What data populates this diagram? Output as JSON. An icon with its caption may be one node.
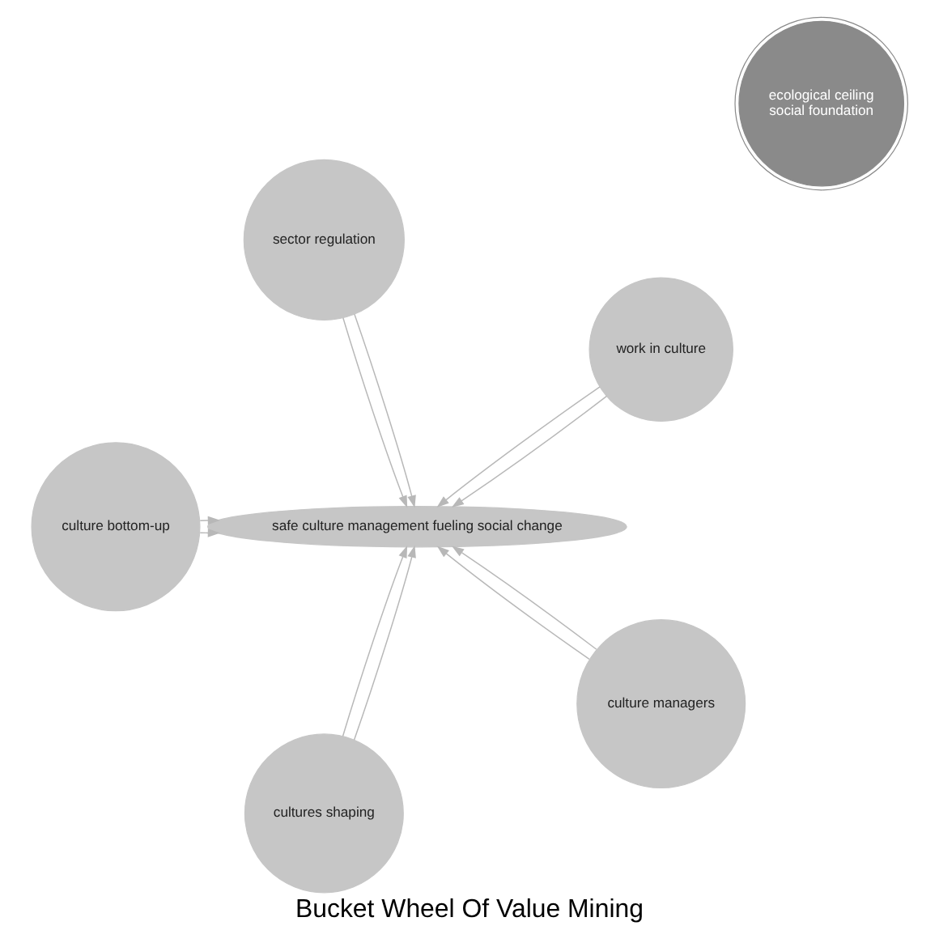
{
  "diagram": {
    "title": "Bucket Wheel Of Value Mining",
    "nodes": [
      {
        "text": [
          "ecological ceiling",
          "social foundation"
        ]
      },
      {
        "text": [
          "safe culture management fueling social change"
        ]
      },
      {
        "text": [
          "work in culture"
        ]
      },
      {
        "text": [
          "sector regulation"
        ]
      },
      {
        "text": [
          "culture bottom-up"
        ]
      },
      {
        "text": [
          "cultures shaping"
        ]
      },
      {
        "text": [
          "culture managers"
        ]
      }
    ],
    "edges": [
      {
        "from": 2,
        "to": 1,
        "arrow": "to"
      },
      {
        "from": 2,
        "to": 1,
        "arrow": "to"
      },
      {
        "from": 3,
        "to": 1,
        "arrow": "to"
      },
      {
        "from": 3,
        "to": 1,
        "arrow": "to"
      },
      {
        "from": 4,
        "to": 1,
        "arrow": "to"
      },
      {
        "from": 4,
        "to": 1,
        "arrow": "to"
      },
      {
        "from": 5,
        "to": 1,
        "arrow": "to"
      },
      {
        "from": 5,
        "to": 1,
        "arrow": "to"
      },
      {
        "from": 6,
        "to": 1,
        "arrow": "to"
      },
      {
        "from": 6,
        "to": 1,
        "arrow": "to"
      }
    ]
  }
}
